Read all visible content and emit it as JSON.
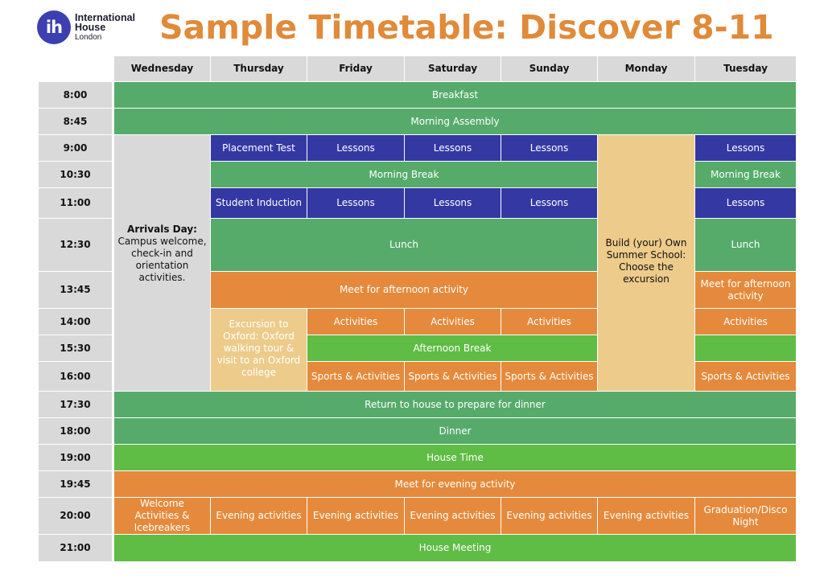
{
  "logo": {
    "mark": "ih",
    "line1": "International",
    "line2": "House",
    "line3": "London"
  },
  "title": "Sample Timetable: Discover 8-11",
  "days": [
    "Wednesday",
    "Thursday",
    "Friday",
    "Saturday",
    "Sunday",
    "Monday",
    "Tuesday"
  ],
  "times": [
    "8:00",
    "8:45",
    "9:00",
    "10:30",
    "11:00",
    "12:30",
    "13:45",
    "14:00",
    "15:30",
    "16:00",
    "17:30",
    "18:00",
    "19:00",
    "19:45",
    "20:00",
    "21:00"
  ],
  "events": [
    {
      "r": 0,
      "c": 0,
      "rs": 1,
      "cs": 7,
      "t": "Breakfast",
      "k": "g1"
    },
    {
      "r": 1,
      "c": 0,
      "rs": 1,
      "cs": 7,
      "t": "Morning Assembly",
      "k": "g1"
    },
    {
      "r": 2,
      "c": 0,
      "rs": 8,
      "cs": 1,
      "t": "Campus welcome, check-in and orientation activities.",
      "h": "Arrivals Day:",
      "k": "grey"
    },
    {
      "r": 2,
      "c": 1,
      "rs": 1,
      "cs": 1,
      "t": "Placement Test",
      "k": "blue"
    },
    {
      "r": 2,
      "c": 2,
      "rs": 1,
      "cs": 1,
      "t": "Lessons",
      "k": "blue"
    },
    {
      "r": 2,
      "c": 3,
      "rs": 1,
      "cs": 1,
      "t": "Lessons",
      "k": "blue"
    },
    {
      "r": 2,
      "c": 4,
      "rs": 1,
      "cs": 1,
      "t": "Lessons",
      "k": "blue"
    },
    {
      "r": 2,
      "c": 5,
      "rs": 8,
      "cs": 1,
      "t": "Build (your) Own Summer School: Choose the excursion",
      "k": "sand"
    },
    {
      "r": 2,
      "c": 6,
      "rs": 1,
      "cs": 1,
      "t": "Lessons",
      "k": "blue"
    },
    {
      "r": 3,
      "c": 1,
      "rs": 1,
      "cs": 4,
      "t": "Morning Break",
      "k": "g1"
    },
    {
      "r": 3,
      "c": 6,
      "rs": 1,
      "cs": 1,
      "t": "Morning Break",
      "k": "g1"
    },
    {
      "r": 4,
      "c": 1,
      "rs": 1,
      "cs": 1,
      "t": "Student Induction",
      "k": "blue"
    },
    {
      "r": 4,
      "c": 2,
      "rs": 1,
      "cs": 1,
      "t": "Lessons",
      "k": "blue"
    },
    {
      "r": 4,
      "c": 3,
      "rs": 1,
      "cs": 1,
      "t": "Lessons",
      "k": "blue"
    },
    {
      "r": 4,
      "c": 4,
      "rs": 1,
      "cs": 1,
      "t": "Lessons",
      "k": "blue"
    },
    {
      "r": 4,
      "c": 6,
      "rs": 1,
      "cs": 1,
      "t": "Lessons",
      "k": "blue"
    },
    {
      "r": 5,
      "c": 1,
      "rs": 1,
      "cs": 4,
      "t": "Lunch",
      "k": "g1"
    },
    {
      "r": 5,
      "c": 6,
      "rs": 1,
      "cs": 1,
      "t": "Lunch",
      "k": "g1"
    },
    {
      "r": 6,
      "c": 1,
      "rs": 1,
      "cs": 4,
      "t": "Meet for afternoon activity",
      "k": "orange"
    },
    {
      "r": 6,
      "c": 6,
      "rs": 1,
      "cs": 1,
      "t": "Meet for afternoon activity",
      "k": "orange"
    },
    {
      "r": 7,
      "c": 1,
      "rs": 3,
      "cs": 1,
      "t": "Excursion to Oxford: Oxford walking tour & visit to an Oxford college",
      "k": "sand-w"
    },
    {
      "r": 7,
      "c": 2,
      "rs": 1,
      "cs": 1,
      "t": "Activities",
      "k": "orange"
    },
    {
      "r": 7,
      "c": 3,
      "rs": 1,
      "cs": 1,
      "t": "Activities",
      "k": "orange"
    },
    {
      "r": 7,
      "c": 4,
      "rs": 1,
      "cs": 1,
      "t": "Activities",
      "k": "orange"
    },
    {
      "r": 7,
      "c": 6,
      "rs": 1,
      "cs": 1,
      "t": "Activities",
      "k": "orange"
    },
    {
      "r": 8,
      "c": 2,
      "rs": 1,
      "cs": 3,
      "t": "Afternoon Break",
      "k": "g2"
    },
    {
      "r": 8,
      "c": 6,
      "rs": 1,
      "cs": 1,
      "t": "",
      "k": "g2"
    },
    {
      "r": 9,
      "c": 2,
      "rs": 1,
      "cs": 1,
      "t": "Sports & Activities",
      "k": "orange"
    },
    {
      "r": 9,
      "c": 3,
      "rs": 1,
      "cs": 1,
      "t": "Sports & Activities",
      "k": "orange"
    },
    {
      "r": 9,
      "c": 4,
      "rs": 1,
      "cs": 1,
      "t": "Sports & Activities",
      "k": "orange"
    },
    {
      "r": 9,
      "c": 6,
      "rs": 1,
      "cs": 1,
      "t": "Sports & Activities",
      "k": "orange"
    },
    {
      "r": 10,
      "c": 0,
      "rs": 1,
      "cs": 7,
      "t": "Return to house to prepare for dinner",
      "k": "g1"
    },
    {
      "r": 11,
      "c": 0,
      "rs": 1,
      "cs": 7,
      "t": "Dinner",
      "k": "g1"
    },
    {
      "r": 12,
      "c": 0,
      "rs": 1,
      "cs": 7,
      "t": "House Time",
      "k": "g2"
    },
    {
      "r": 13,
      "c": 0,
      "rs": 1,
      "cs": 7,
      "t": "Meet for evening activity",
      "k": "orange"
    },
    {
      "r": 14,
      "c": 0,
      "rs": 1,
      "cs": 1,
      "t": "Welcome Activities & Icebreakers",
      "k": "orange"
    },
    {
      "r": 14,
      "c": 1,
      "rs": 1,
      "cs": 1,
      "t": "Evening activities",
      "k": "orange"
    },
    {
      "r": 14,
      "c": 2,
      "rs": 1,
      "cs": 1,
      "t": "Evening activities",
      "k": "orange"
    },
    {
      "r": 14,
      "c": 3,
      "rs": 1,
      "cs": 1,
      "t": "Evening activities",
      "k": "orange"
    },
    {
      "r": 14,
      "c": 4,
      "rs": 1,
      "cs": 1,
      "t": "Evening activities",
      "k": "orange"
    },
    {
      "r": 14,
      "c": 5,
      "rs": 1,
      "cs": 1,
      "t": "Evening activities",
      "k": "orange"
    },
    {
      "r": 14,
      "c": 6,
      "rs": 1,
      "cs": 1,
      "t": "Graduation/Disco Night",
      "k": "orange"
    },
    {
      "r": 15,
      "c": 0,
      "rs": 1,
      "cs": 7,
      "t": "House Meeting",
      "k": "g2"
    }
  ]
}
